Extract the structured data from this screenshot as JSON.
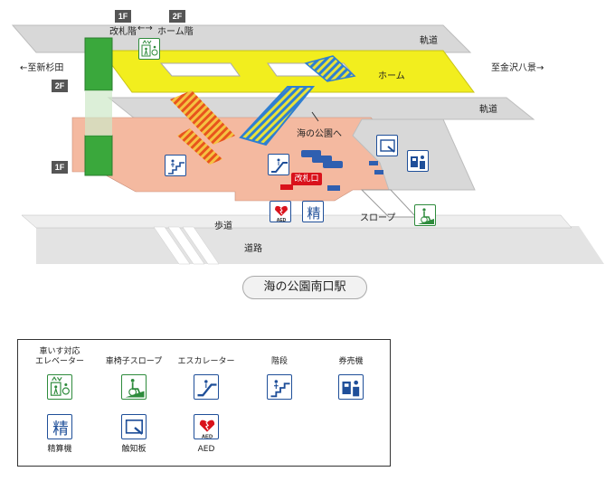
{
  "floors": {
    "f1": "1F",
    "f2": "2F"
  },
  "top_caption": {
    "left": "改札階",
    "arrow": "←→",
    "right": "ホーム階"
  },
  "directions": {
    "left": "←至新杉田",
    "right": "至金沢八景→"
  },
  "areas": {
    "track_upper": "軌道",
    "platform": "ホーム",
    "track_lower": "軌道",
    "to_park": "海の公園へ",
    "gate": "改札口",
    "slope": "スロープ",
    "sidewalk": "歩道",
    "road": "道路"
  },
  "station_name": "海の公園南口駅",
  "legend": {
    "items": [
      {
        "label_line1": "車いす対応",
        "label_line2": "エレベーター",
        "icon": "elevator-icon"
      },
      {
        "label_line1": "車椅子スロープ",
        "label_line2": "",
        "icon": "wheelchair-slope-icon"
      },
      {
        "label_line1": "エスカレーター",
        "label_line2": "",
        "icon": "escalator-icon"
      },
      {
        "label_line1": "階段",
        "label_line2": "",
        "icon": "stairs-icon"
      },
      {
        "label_line1": "券売機",
        "label_line2": "",
        "icon": "ticket-machine-icon"
      },
      {
        "label_line1": "精算機",
        "label_line2": "",
        "icon": "fare-adjust-icon",
        "glyph": "精"
      },
      {
        "label_line1": "触知板",
        "label_line2": "",
        "icon": "tactile-map-icon"
      },
      {
        "label_line1": "AED",
        "label_line2": "",
        "icon": "aed-icon",
        "glyph": "AED"
      }
    ]
  },
  "colors": {
    "platform": "#f2ee1e",
    "concourse": "#f4b9a0",
    "track": "#d8d8d8",
    "elevator": "#3aa83c",
    "escalator": "#2f7fd1",
    "stairs": "#e8541c",
    "gate": "#d9121b",
    "icon_blue": "#1f4f99",
    "icon_green": "#2e8b3c"
  }
}
